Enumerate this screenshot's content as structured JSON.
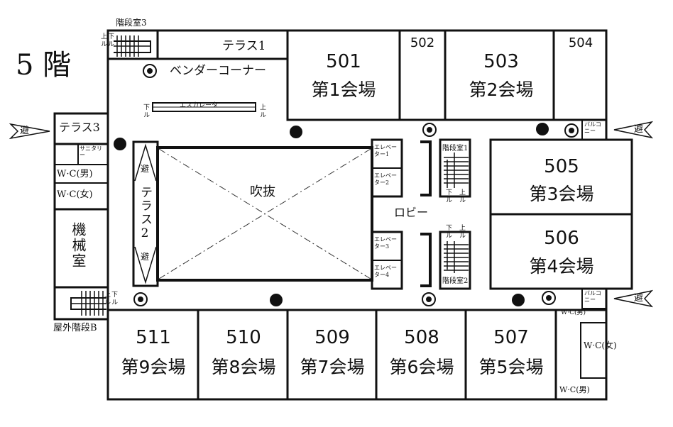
{
  "floor": "5 階",
  "rooms": {
    "r501": {
      "num": "501",
      "hall": "第1会場"
    },
    "r502": {
      "num": "502"
    },
    "r503": {
      "num": "503",
      "hall": "第2会場"
    },
    "r504": {
      "num": "504"
    },
    "r505": {
      "num": "505",
      "hall": "第3会場"
    },
    "r506": {
      "num": "506",
      "hall": "第4会場"
    },
    "r507": {
      "num": "507",
      "hall": "第5会場"
    },
    "r508": {
      "num": "508",
      "hall": "第6会場"
    },
    "r509": {
      "num": "509",
      "hall": "第7会場"
    },
    "r510": {
      "num": "510",
      "hall": "第8会場"
    },
    "r511": {
      "num": "511",
      "hall": "第9会場"
    }
  },
  "labels": {
    "stairs3": "階段室3",
    "terrace1": "テラス1",
    "vending": "ベンダーコーナー",
    "escalator": "エスカレータ",
    "terrace3": "テラス3",
    "sanitary": "サニタリー",
    "wc_m": "W·C(男)",
    "wc_f": "W·C(女)",
    "machine": "機械室",
    "terrace2": "テラス2",
    "fukinuke": "吹抜",
    "lobby": "ロビー",
    "stairs1": "階段室1",
    "stairs2": "階段室2",
    "elev1": "エレベーター1",
    "elev2": "エレベーター2",
    "elev3": "エレベーター3",
    "elev4": "エレベーター4",
    "outdoor_stairs_b": "屋外階段B",
    "balcony": "バルコニー",
    "wc_m_br": "W·C(男)",
    "wc_f_br": "W·C(女)",
    "wc_m_small": "W·C(男)",
    "up": "上ル",
    "down": "下ル",
    "hinan": "避"
  }
}
